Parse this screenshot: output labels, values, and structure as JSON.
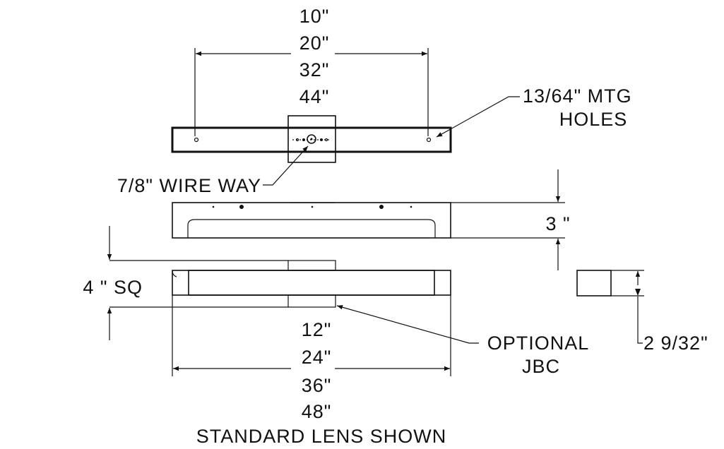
{
  "title": "STANDARD LENS SHOWN",
  "top_view": {
    "mtg_spacing": [
      "10\"",
      "20\"",
      "32\"",
      "44\""
    ],
    "mtg_holes": [
      "13/64\" MTG",
      "HOLES"
    ],
    "wire_way": "7/8\" WIRE WAY"
  },
  "side_view": {
    "height": "3 \""
  },
  "front_view": {
    "square": "4 \" SQ",
    "lengths": [
      "12\"",
      "24\"",
      "36\"",
      "48\""
    ],
    "jbc": [
      "OPTIONAL",
      "JBC"
    ]
  },
  "end_view": {
    "height": "2 9/32\""
  }
}
